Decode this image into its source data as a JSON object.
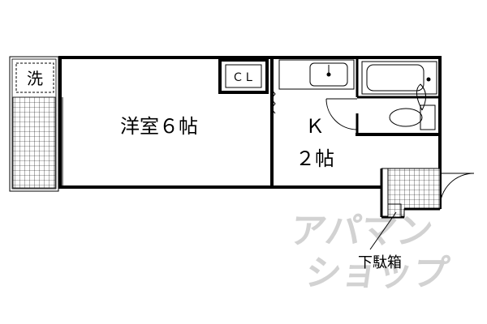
{
  "floor_plan": {
    "rooms": {
      "western_room": "洋室６帖",
      "closet": "ＣＬ",
      "kitchen_letter": "Ｋ",
      "kitchen_size": "２帖",
      "laundry": "洗",
      "shoe_box": "下駄箱"
    },
    "watermark": {
      "line1": "アパマン",
      "line2": "ショップ"
    },
    "colors": {
      "wall": "#000000",
      "watermark": "#c8c8c8",
      "background": "#ffffff"
    }
  }
}
